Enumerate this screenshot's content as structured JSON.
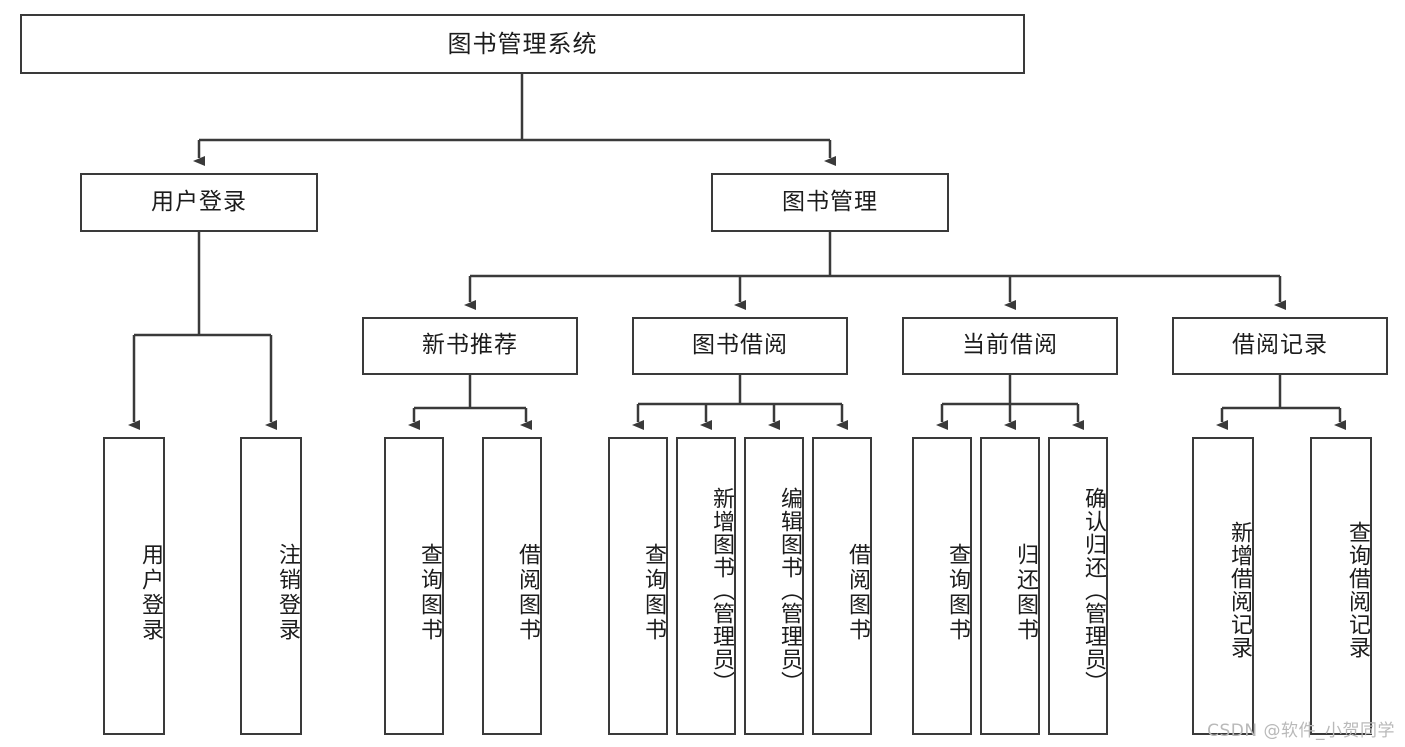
{
  "diagram": {
    "title": "图书管理系统",
    "type": "tree",
    "root": {
      "id": "root",
      "label": "图书管理系统"
    },
    "level2": [
      {
        "id": "user-login",
        "label": "用户登录"
      },
      {
        "id": "book-manage",
        "label": "图书管理"
      }
    ],
    "level3": [
      {
        "id": "new-book-recommend",
        "label": "新书推荐",
        "parent": "book-manage"
      },
      {
        "id": "book-borrow",
        "label": "图书借阅",
        "parent": "book-manage"
      },
      {
        "id": "current-borrow",
        "label": "当前借阅",
        "parent": "book-manage"
      },
      {
        "id": "borrow-record",
        "label": "借阅记录",
        "parent": "book-manage"
      }
    ],
    "leaves": {
      "user_login": [
        {
          "id": "leaf-user-login",
          "label": "用户登录"
        },
        {
          "id": "leaf-user-logout",
          "label": "注销登录"
        }
      ],
      "new_book_recommend": [
        {
          "id": "leaf-query-book-1",
          "label": "查询图书"
        },
        {
          "id": "leaf-borrow-book-1",
          "label": "借阅图书"
        }
      ],
      "book_borrow": [
        {
          "id": "leaf-query-book-2",
          "label": "查询图书"
        },
        {
          "id": "leaf-add-book",
          "label": "新增图书（管理员）"
        },
        {
          "id": "leaf-edit-book",
          "label": "编辑图书（管理员）"
        },
        {
          "id": "leaf-borrow-book-2",
          "label": "借阅图书"
        }
      ],
      "current_borrow": [
        {
          "id": "leaf-query-book-3",
          "label": "查询图书"
        },
        {
          "id": "leaf-return-book",
          "label": "归还图书"
        },
        {
          "id": "leaf-confirm-return",
          "label": "确认归还（管理员）"
        }
      ],
      "borrow_record": [
        {
          "id": "leaf-add-record",
          "label": "新增借阅记录"
        },
        {
          "id": "leaf-query-record",
          "label": "查询借阅记录"
        }
      ]
    }
  },
  "watermark": {
    "text": "CSDN @软件_小贺同学"
  },
  "colors": {
    "border": "#3a3a3a",
    "text": "#1c1c1c",
    "background": "#ffffff",
    "watermark": "#b9b9b9"
  }
}
